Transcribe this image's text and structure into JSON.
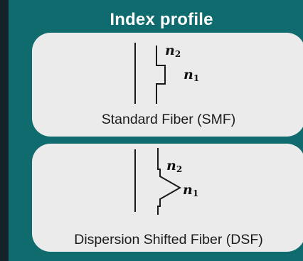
{
  "title": "Index profile",
  "cards": [
    {
      "label": "Standard Fiber (SMF)",
      "n_outer": "n",
      "n_outer_sub": "2",
      "n_core": "n",
      "n_core_sub": "1",
      "profile_shape": "step"
    },
    {
      "label": "Dispersion Shifted Fiber (DSF)",
      "n_outer": "n",
      "n_outer_sub": "2",
      "n_core": "n",
      "n_core_sub": "1",
      "profile_shape": "triangular"
    }
  ],
  "colors": {
    "background": "#0f6b6d",
    "card": "#ebebeb",
    "title_text": "#ffffff",
    "line": "#1a1a1a"
  }
}
